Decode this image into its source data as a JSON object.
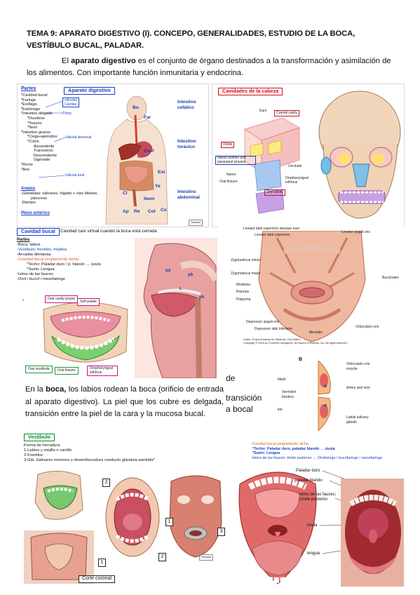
{
  "title": "TEMA 9: APARATO DIGESTIVO (I). CONCEPO, GENERALIDADES, ESTUDIO DE LA BOCA, VESTÍBULO BUCAL, PALADAR.",
  "intro": {
    "pre": "El ",
    "bold": "aparato digestivo",
    "post": " es el conjunto de órgano destinados a la transformación y asimilación de los alimentos. Con importante función inmunitaria y endocrina."
  },
  "panel1": {
    "partes_title": "Partes",
    "items": [
      "*Cavidad bucal",
      "*Faringe",
      "*Esófago",
      "*Estómago",
      "*Intestino delgado",
      "*Duodeno",
      "*Yeyuno",
      "*Íleon",
      "*Intestino grueso",
      "*Ciego+apéndice",
      "*Colon",
      "Ascendente",
      "Transverso",
      "Descendente",
      "Sigmoide",
      "*Recto",
      "*Ano"
    ],
    "valvulas": "válvulas",
    "cardias": "Cárdias",
    "piloro": "Píloro",
    "ileocecal": "Válvula ileocecal",
    "anal": "Válvula anal",
    "anejos_title": "Anejos",
    "anejos": [
      "-Glándulas: salivares, hígado + vías biliares,",
      "páncreas",
      "-Dientes"
    ],
    "plexo": "Plexo entérico",
    "box_title": "Aparato digestivo",
    "cefalico": [
      "Intestino",
      "cefálico"
    ],
    "toracico": [
      "Intestino",
      "torácico"
    ],
    "abdominal": [
      "Intestino",
      "abdominal"
    ],
    "organ_labels": [
      "Esof",
      "Est",
      "Ci",
      "Ileon",
      "Ye",
      "Ap",
      "Re",
      "Col",
      "Co",
      "Far",
      "Bo"
    ],
    "credit": "Sobotta"
  },
  "panel2": {
    "title": "Cavidades de la cabeza",
    "labels": [
      "Ears",
      "Cranial cavity",
      "Orbits",
      "Nasal cavities and paranasal sinuses",
      "Nares",
      "Oral fissure",
      "Oral cavity",
      "Oropharyngeal isthmus",
      "Uncinate"
    ]
  },
  "panel3": {
    "title": "Cavidad bucal",
    "subtitle": "Cavidad casi virtual cuando la boca está cerrada",
    "partes": "Partes",
    "lines": [
      "-Boca: labios",
      "-Vestíbulo: frenillos, mejillas",
      "-Arcadas dentarias",
      "-Cavidad bucal propiamente dicha",
      "*Techo: Paladar duro / p. blando → úvula",
      "*Suelo: Lengua",
      "-Istmo de las fauces",
      "-Orof / bucof / mesofaringe"
    ],
    "box_labels": [
      "Oral cavity proper",
      "Soft palate",
      "Oral vestibule",
      "Oral fissure",
      "Oropharyngeal isthmus"
    ],
    "section_labels": [
      "pd",
      "pb",
      "L",
      "ph"
    ]
  },
  "panel4": {
    "labels": [
      "Levator labii superioris alaeque nasi",
      "Levator labii superioris",
      "Levator anguli oris",
      "Zygomaticus minor",
      "Zygomaticus major",
      "Buccinator",
      "Modiolus",
      "Risorius",
      "Platysma",
      "Depressor anguli oris",
      "Depressor labii inferioris",
      "Mentalis",
      "Orbicularis oris"
    ],
    "credit1": "Drake: Gray's Anatomy for Students, 2nd Edition.",
    "credit2": "Copyright © 2009 by Churchill Livingstone, an imprint of Elsevier, Inc. All rights reserved."
  },
  "para2": {
    "pre": "En la ",
    "bold": "boca,",
    "post": " los labios rodean la boca (orificio de entrada al aparato digestivo). La piel que los cubre es delgada, transición entre la piel de la cara y la mucosa bucal."
  },
  "panel5": {
    "frag1": "de",
    "frag2": "transición",
    "frag3": "a bocal",
    "b": "B",
    "side": [
      "tibule",
      "Vermilion",
      "borders",
      "tior"
    ],
    "labels": [
      "Orbicularis oris",
      "muscle",
      "Artery and vein",
      "Labial salivary",
      "glands"
    ]
  },
  "panel6": {
    "title": "Vestíbulo",
    "lines": [
      "Forma de herradura",
      "1-Labios y mejilla o carrillo",
      "2-Frenillos",
      "3-Glá. Salivares menores y desembocadura conducto glándula parótida*"
    ],
    "corte": "Corte coronal",
    "nums": [
      "1",
      "2",
      "1",
      "2",
      "3",
      "1"
    ],
    "credit": "Sobotta"
  },
  "panel7": {
    "l1": "-Cavidad bucal propiamente dicha",
    "l2": "*Techo: Paladar duro, paladar blando → úvula",
    "l3": "*Suelo: Lengua",
    "l4": "-Istmo de las fauces: límite posterior → Orofaringe / bucofaringe / mesofaringe",
    "labels": [
      "Paladar duro",
      "paladar blando",
      "Istmo de las fauces:",
      "Límite posterior",
      "úvula",
      "lengua"
    ]
  }
}
